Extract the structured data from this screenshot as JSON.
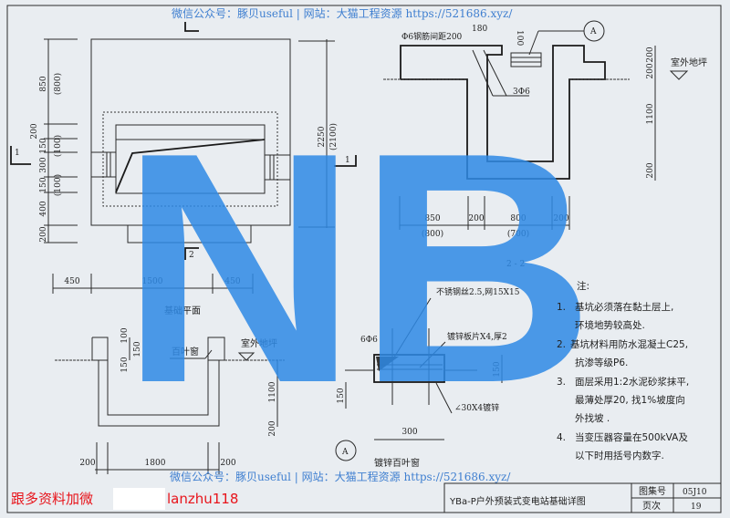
{
  "colors": {
    "watermark_blue": "#2f8ae6",
    "watermark_text": "#3f7fd0",
    "promo_red": "#e8141b",
    "paper": "#e9edf1"
  },
  "watermark": {
    "logo": "NB",
    "top_line": "微信公众号：豚贝useful  |  网站：大猫工程资源 https://521686.xyz/",
    "bottom_line": "微信公众号：豚贝useful  |  网站：大猫工程资源 https://521686.xyz/",
    "promo_left": "跟多资料加微",
    "promo_right": "lanzhu118"
  },
  "plan": {
    "title": "基础平面",
    "left_dims": [
      "850",
      "(800)",
      "200",
      "150",
      "(100)",
      "300",
      "150",
      "(100)",
      "400",
      "200"
    ],
    "right_dim": "2250",
    "right_dim_alt": "(2100)",
    "bottom_dims": [
      "450",
      "1500",
      "450"
    ],
    "section_1": "1",
    "section_2": "2"
  },
  "section_1_1": {
    "dims_left": [
      "100",
      "150",
      "150"
    ],
    "louver_label": "百叶窗",
    "ground_label": "室外地坪",
    "dims_right": [
      "1100",
      "200"
    ],
    "dims_bottom": [
      "200",
      "1800",
      "200"
    ]
  },
  "section_2_2": {
    "title": "2 - 2",
    "rebar_label": "Φ6钢筋间距200",
    "top_dim": "180",
    "top_dim_2": "100",
    "bar_label": "3Φ6",
    "detail_ref": "A",
    "ground_label": "室外地坪",
    "dims_right": [
      "200",
      "200",
      "1100",
      "200"
    ],
    "dims_bottom": [
      "850",
      "(800)",
      "200",
      "800",
      "(700)",
      "200"
    ]
  },
  "detail_a": {
    "title": "镀锌百叶窗",
    "ref": "A",
    "mesh_label": "不锈钢丝2.5,网15X15",
    "blade_label": "镀锌板片X4,厚2",
    "rebar_label": "6Φ6",
    "angle_label": "∠30X4镀锌",
    "dims": [
      "150",
      "150",
      "300"
    ]
  },
  "notes": {
    "heading": "注:",
    "items": [
      {
        "num": "1.",
        "lines": [
          "基坑必须落在黏土层上,",
          "环境地势较高处."
        ]
      },
      {
        "num": "2.",
        "lines": [
          "基坑材料用防水混凝土C25,",
          "抗渗等级P6."
        ]
      },
      {
        "num": "3.",
        "lines": [
          "面层采用1:2水泥砂浆抹平,",
          "最薄处厚20, 找1%坡度向",
          "外找坡 ."
        ]
      },
      {
        "num": "4.",
        "lines": [
          "当变压器容量在500kVA及",
          "以下时用括号内数字."
        ]
      }
    ]
  },
  "title_block": {
    "title": "YBa-P户外预装式变电站基础详图",
    "atlas_label": "图集号",
    "atlas_no": "05J10",
    "page_label": "页次",
    "page_no": "19"
  }
}
